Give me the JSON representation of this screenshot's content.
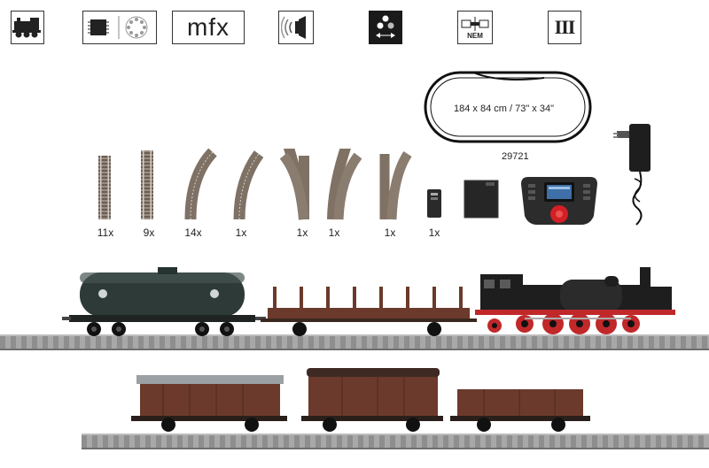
{
  "feature_icons": [
    {
      "name": "steam-locomotive-icon"
    },
    {
      "name": "digital-decoder-icon"
    },
    {
      "name": "mfx-icon",
      "label": "mfx"
    },
    {
      "name": "sound-icon"
    },
    {
      "name": "lighting-function-icon"
    },
    {
      "name": "nem-coupler-icon",
      "label": "NEM"
    },
    {
      "name": "era-iii-icon",
      "label": "III"
    }
  ],
  "track_layout": {
    "dimensions": "184 x 84 cm / 73\" x 34\"",
    "set_number": "29721"
  },
  "contents": [
    {
      "name": "straight-track",
      "count": "11x"
    },
    {
      "name": "straight-track-short",
      "count": "9x"
    },
    {
      "name": "curved-track",
      "count": "14x"
    },
    {
      "name": "curved-track-small",
      "count": "1x"
    },
    {
      "name": "left-turnout",
      "count": "1x"
    },
    {
      "name": "right-turnout",
      "count": "1x"
    },
    {
      "name": "double-curve-track",
      "count": "1x"
    },
    {
      "name": "remote-control",
      "count": "1x"
    }
  ],
  "colors": {
    "tank_car": "#2e3a38",
    "freight_car": "#6b3a2c",
    "locomotive": "#1e1e1e",
    "wheels_red": "#c0282a",
    "controller_red": "#d41f26"
  }
}
